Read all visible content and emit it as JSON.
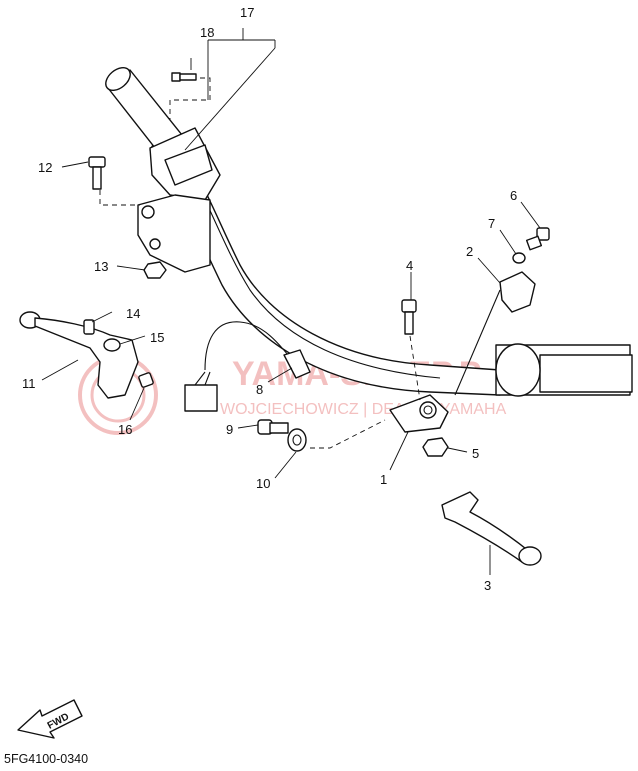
{
  "diagram_code": "5FG4100-0340",
  "fwd_label": "FWD",
  "watermark": {
    "title": "YAMA-SKLEP.P",
    "subtitle": "WOJCIECHOWICZ | DEALER YAMAHA"
  },
  "callouts": [
    {
      "id": "1",
      "label": "1"
    },
    {
      "id": "2",
      "label": "2"
    },
    {
      "id": "3",
      "label": "3"
    },
    {
      "id": "4",
      "label": "4"
    },
    {
      "id": "5",
      "label": "5"
    },
    {
      "id": "6",
      "label": "6"
    },
    {
      "id": "7",
      "label": "7"
    },
    {
      "id": "8",
      "label": "8"
    },
    {
      "id": "9",
      "label": "9"
    },
    {
      "id": "10",
      "label": "10"
    },
    {
      "id": "11",
      "label": "11"
    },
    {
      "id": "12",
      "label": "12"
    },
    {
      "id": "13",
      "label": "13"
    },
    {
      "id": "14",
      "label": "14"
    },
    {
      "id": "15",
      "label": "15"
    },
    {
      "id": "16",
      "label": "16"
    },
    {
      "id": "17",
      "label": "17"
    },
    {
      "id": "18",
      "label": "18"
    }
  ],
  "colors": {
    "line": "#111111",
    "watermark": "#f2b6b6",
    "background": "#ffffff"
  }
}
